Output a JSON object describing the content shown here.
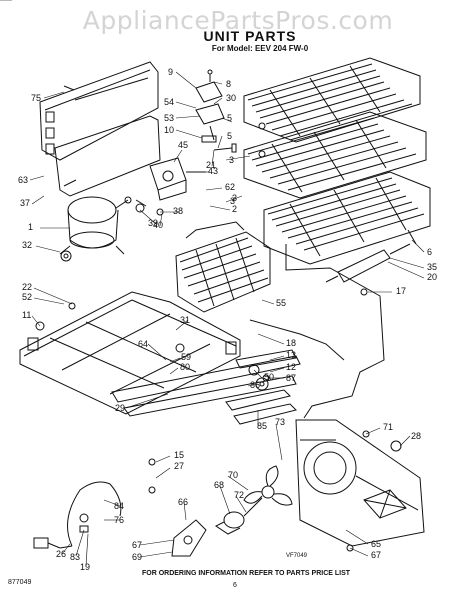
{
  "watermark": "AppliancePartsPros.com",
  "title": "UNIT PARTS",
  "subtitle": "For Model: EEV 204 FW-0",
  "footer": {
    "left_code": "877049",
    "ordering_note": "FOR ORDERING INFORMATION REFER TO PARTS PRICE LIST",
    "page_number": "6",
    "drawing_number": "VF7049"
  },
  "callouts": [
    "75",
    "9",
    "8",
    "54",
    "30",
    "5",
    "53",
    "10",
    "5",
    "45",
    "21",
    "3",
    "3",
    "63",
    "43",
    "37",
    "62",
    "3",
    "2",
    "1",
    "38",
    "39",
    "40",
    "32",
    "6",
    "35",
    "22",
    "20",
    "52",
    "17",
    "11",
    "55",
    "31",
    "18",
    "13",
    "64",
    "59",
    "12",
    "80",
    "50",
    "87",
    "86",
    "29",
    "71",
    "85",
    "73",
    "28",
    "15",
    "27",
    "70",
    "68",
    "72",
    "66",
    "84",
    "76",
    "26",
    "83",
    "19",
    "65",
    "67",
    "67",
    "69"
  ]
}
